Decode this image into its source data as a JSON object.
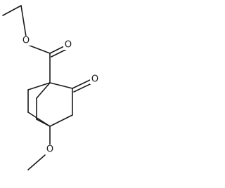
{
  "structure": {
    "atoms": {
      "ester_carbonyl_oxygen": "O",
      "ester_ether_oxygen": "O",
      "ketone_oxygen": "O",
      "methoxy_oxygen": "O"
    }
  }
}
